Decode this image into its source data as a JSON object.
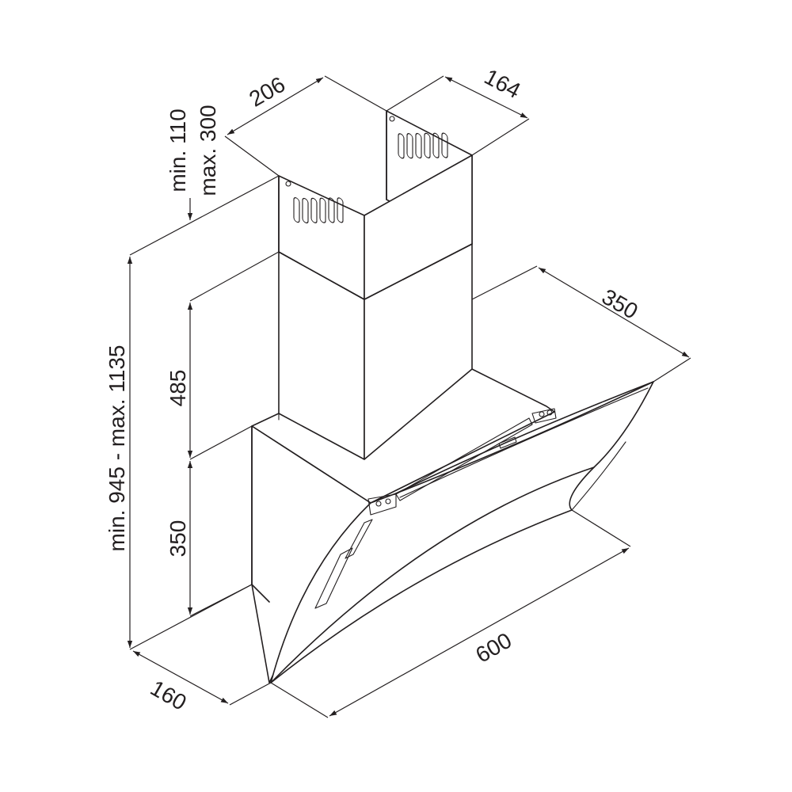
{
  "dimensions": {
    "top_chimney_width": "206",
    "top_chimney_depth": "164",
    "chimney_adjust_min": "min. 110",
    "chimney_adjust_max": "max. 300",
    "chimney_height": "485",
    "hood_body_height": "350",
    "total_height": "min. 945 - max. 1135",
    "hood_width": "600",
    "hood_depth": "350",
    "body_depth": "160"
  }
}
